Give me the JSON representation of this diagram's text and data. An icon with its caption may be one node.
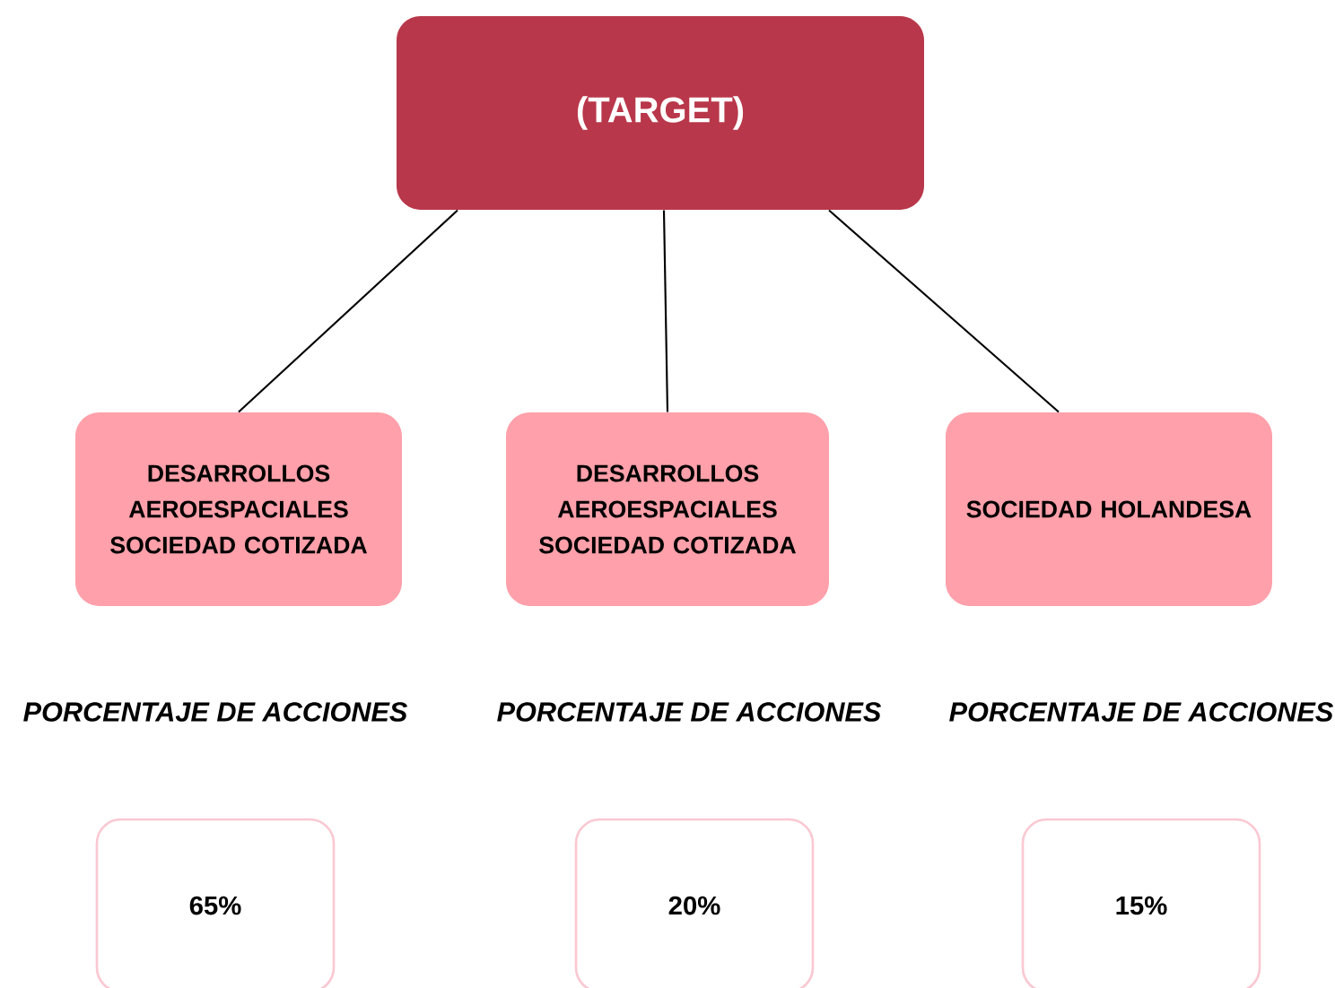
{
  "diagram": {
    "nodes": [
      {
        "text": [
          "(TARGET)"
        ]
      },
      {
        "text": [
          "DESARROLLOS AEROESPACIALES SOCIEDAD COTIZADA"
        ]
      },
      {
        "text": [
          "DESARROLLOS AEROESPACIALES SOCIEDAD COTIZADA"
        ]
      },
      {
        "text": [
          "SOCIEDAD HOLANDESA"
        ]
      },
      {
        "text": [
          "65%"
        ]
      },
      {
        "text": [
          "20%"
        ]
      },
      {
        "text": [
          "15%"
        ]
      }
    ],
    "edges": [
      {
        "from": 0,
        "to": 1,
        "arrow": "none"
      },
      {
        "from": 0,
        "to": 2,
        "arrow": "none"
      },
      {
        "from": 0,
        "to": 3,
        "arrow": "none"
      }
    ],
    "labels": [
      "PORCENTAJE DE ACCIONES",
      "PORCENTAJE DE ACCIONES",
      "PORCENTAJE DE ACCIONES"
    ]
  }
}
